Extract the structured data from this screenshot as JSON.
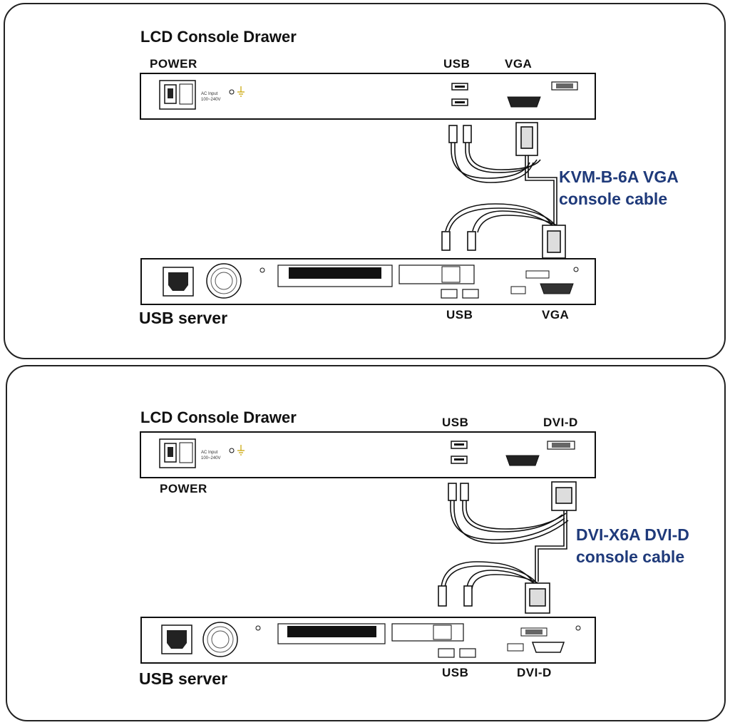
{
  "top": {
    "drawer_title": "LCD Console Drawer",
    "power_label": "POWER",
    "usb_label": "USB",
    "video_label": "VGA",
    "cable_line1": "KVM-B-6A VGA",
    "cable_line2": "console cable",
    "server_title": "USB server",
    "server_usb_label": "USB",
    "server_video_label": "VGA",
    "ac_text_1": "AC Input",
    "ac_text_2": "100~240V"
  },
  "bottom": {
    "drawer_title": "LCD Console Drawer",
    "power_label": "POWER",
    "usb_label": "USB",
    "video_label": "DVI-D",
    "cable_line1": "DVI-X6A DVI-D",
    "cable_line2": "console cable",
    "server_title": "USB server",
    "server_usb_label": "USB",
    "server_video_label": "DVI-D",
    "ac_text_1": "AC Input",
    "ac_text_2": "100~240V"
  },
  "colors": {
    "border": "#222222",
    "cable_text": "#1f3a7a",
    "line": "#111111"
  }
}
